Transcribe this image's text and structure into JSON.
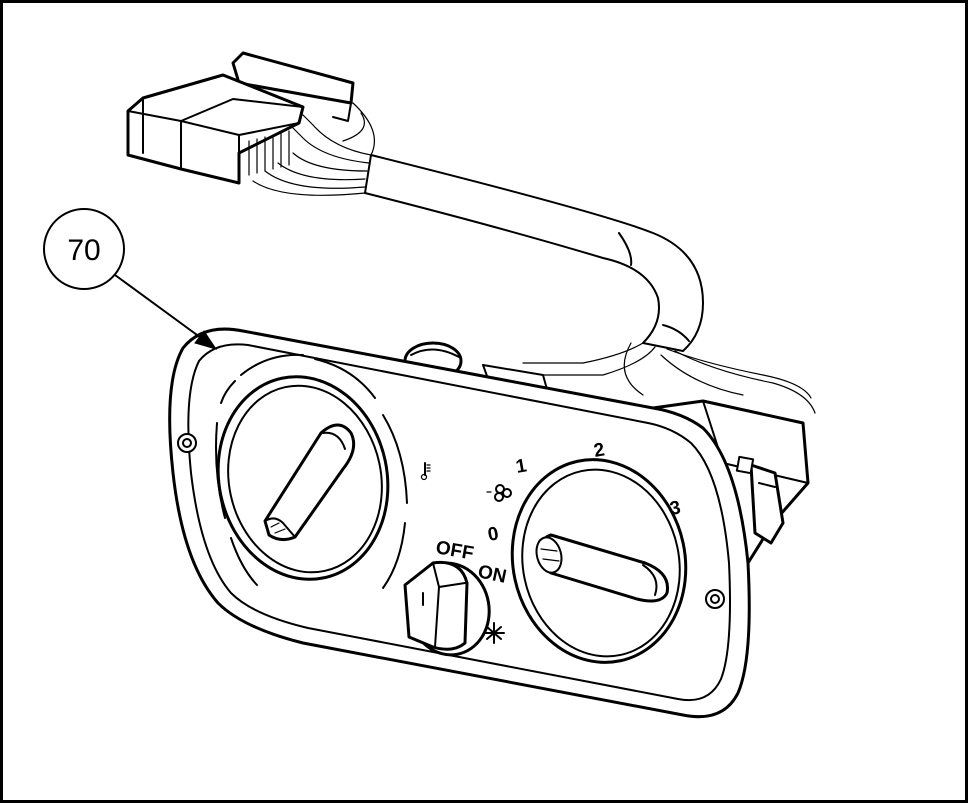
{
  "diagram": {
    "callout": "70",
    "fan_speed_labels": [
      "0",
      "1",
      "2",
      "3"
    ],
    "switch_labels": {
      "off": "OFF",
      "on": "ON"
    },
    "icons": [
      "fan-icon",
      "thermometer-icon",
      "snowflake-icon"
    ]
  }
}
